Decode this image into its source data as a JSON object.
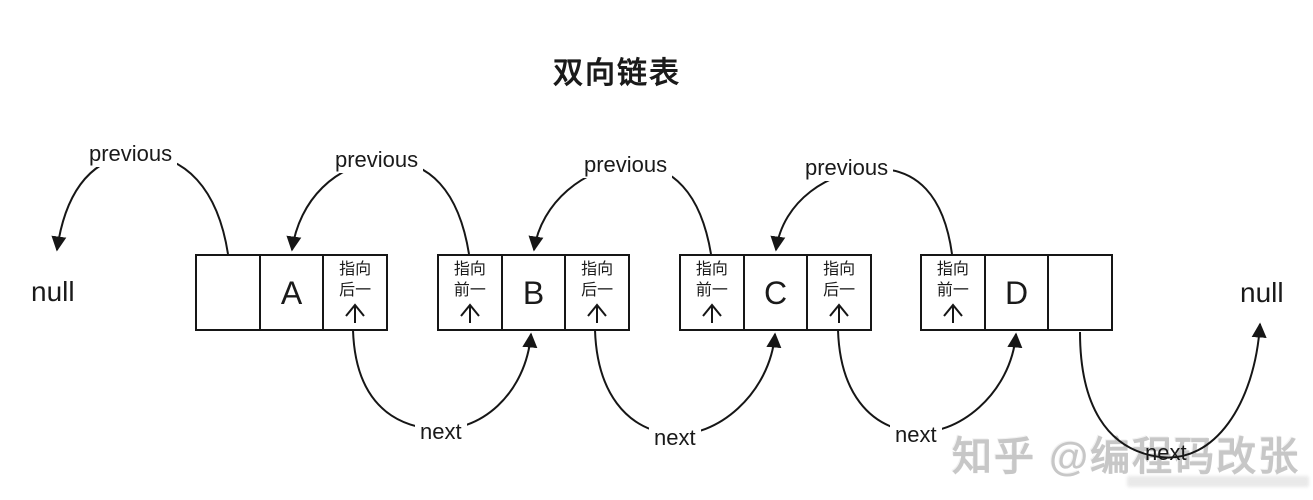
{
  "title": "双向链表",
  "labels": {
    "previous": "previous",
    "next": "next",
    "null": "null"
  },
  "pointer_cell": {
    "line1": "指向",
    "prev_line2": "前一",
    "next_line2": "后一"
  },
  "nodes": [
    {
      "value": "A"
    },
    {
      "value": "B"
    },
    {
      "value": "C"
    },
    {
      "value": "D"
    }
  ],
  "watermark": "知乎 @编程码改张",
  "colors": {
    "line": "#161616",
    "watermark": "#c7c7c7",
    "background": "#ffffff"
  }
}
